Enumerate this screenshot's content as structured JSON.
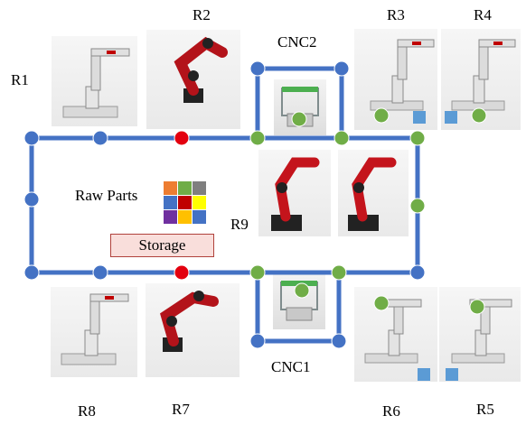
{
  "robots": [
    {
      "id": "r1",
      "label": "R1",
      "type": "white-arm"
    },
    {
      "id": "r2",
      "label": "R2",
      "type": "red-arm"
    },
    {
      "id": "r3",
      "label": "R3",
      "type": "white-arm"
    },
    {
      "id": "r4",
      "label": "R4",
      "type": "white-arm"
    },
    {
      "id": "r5",
      "label": "R5",
      "type": "white-arm"
    },
    {
      "id": "r6",
      "label": "R6",
      "type": "white-arm"
    },
    {
      "id": "r7",
      "label": "R7",
      "type": "red-arm"
    },
    {
      "id": "r8",
      "label": "R8",
      "type": "white-arm"
    },
    {
      "id": "r9",
      "label": "R9",
      "type": "red-arm"
    }
  ],
  "machines": {
    "cnc1": "CNC1",
    "cnc2": "CNC2"
  },
  "raw_parts": {
    "label": "Raw Parts",
    "grid_colors": [
      "#ed7d31",
      "#70ad47",
      "#7f7f7f",
      "#4472c4",
      "#c00000",
      "#ffff00",
      "#7030a0",
      "#ffc000",
      "#4472c4"
    ]
  },
  "storage": {
    "label": "Storage",
    "fill": "#f9dedb",
    "border": "#b0423c"
  },
  "colors": {
    "track": "#4472c4",
    "node_blue": "#4472c4",
    "node_red": "#e3000f",
    "node_green": "#70ad47",
    "part_square": "#5b9bd5"
  }
}
